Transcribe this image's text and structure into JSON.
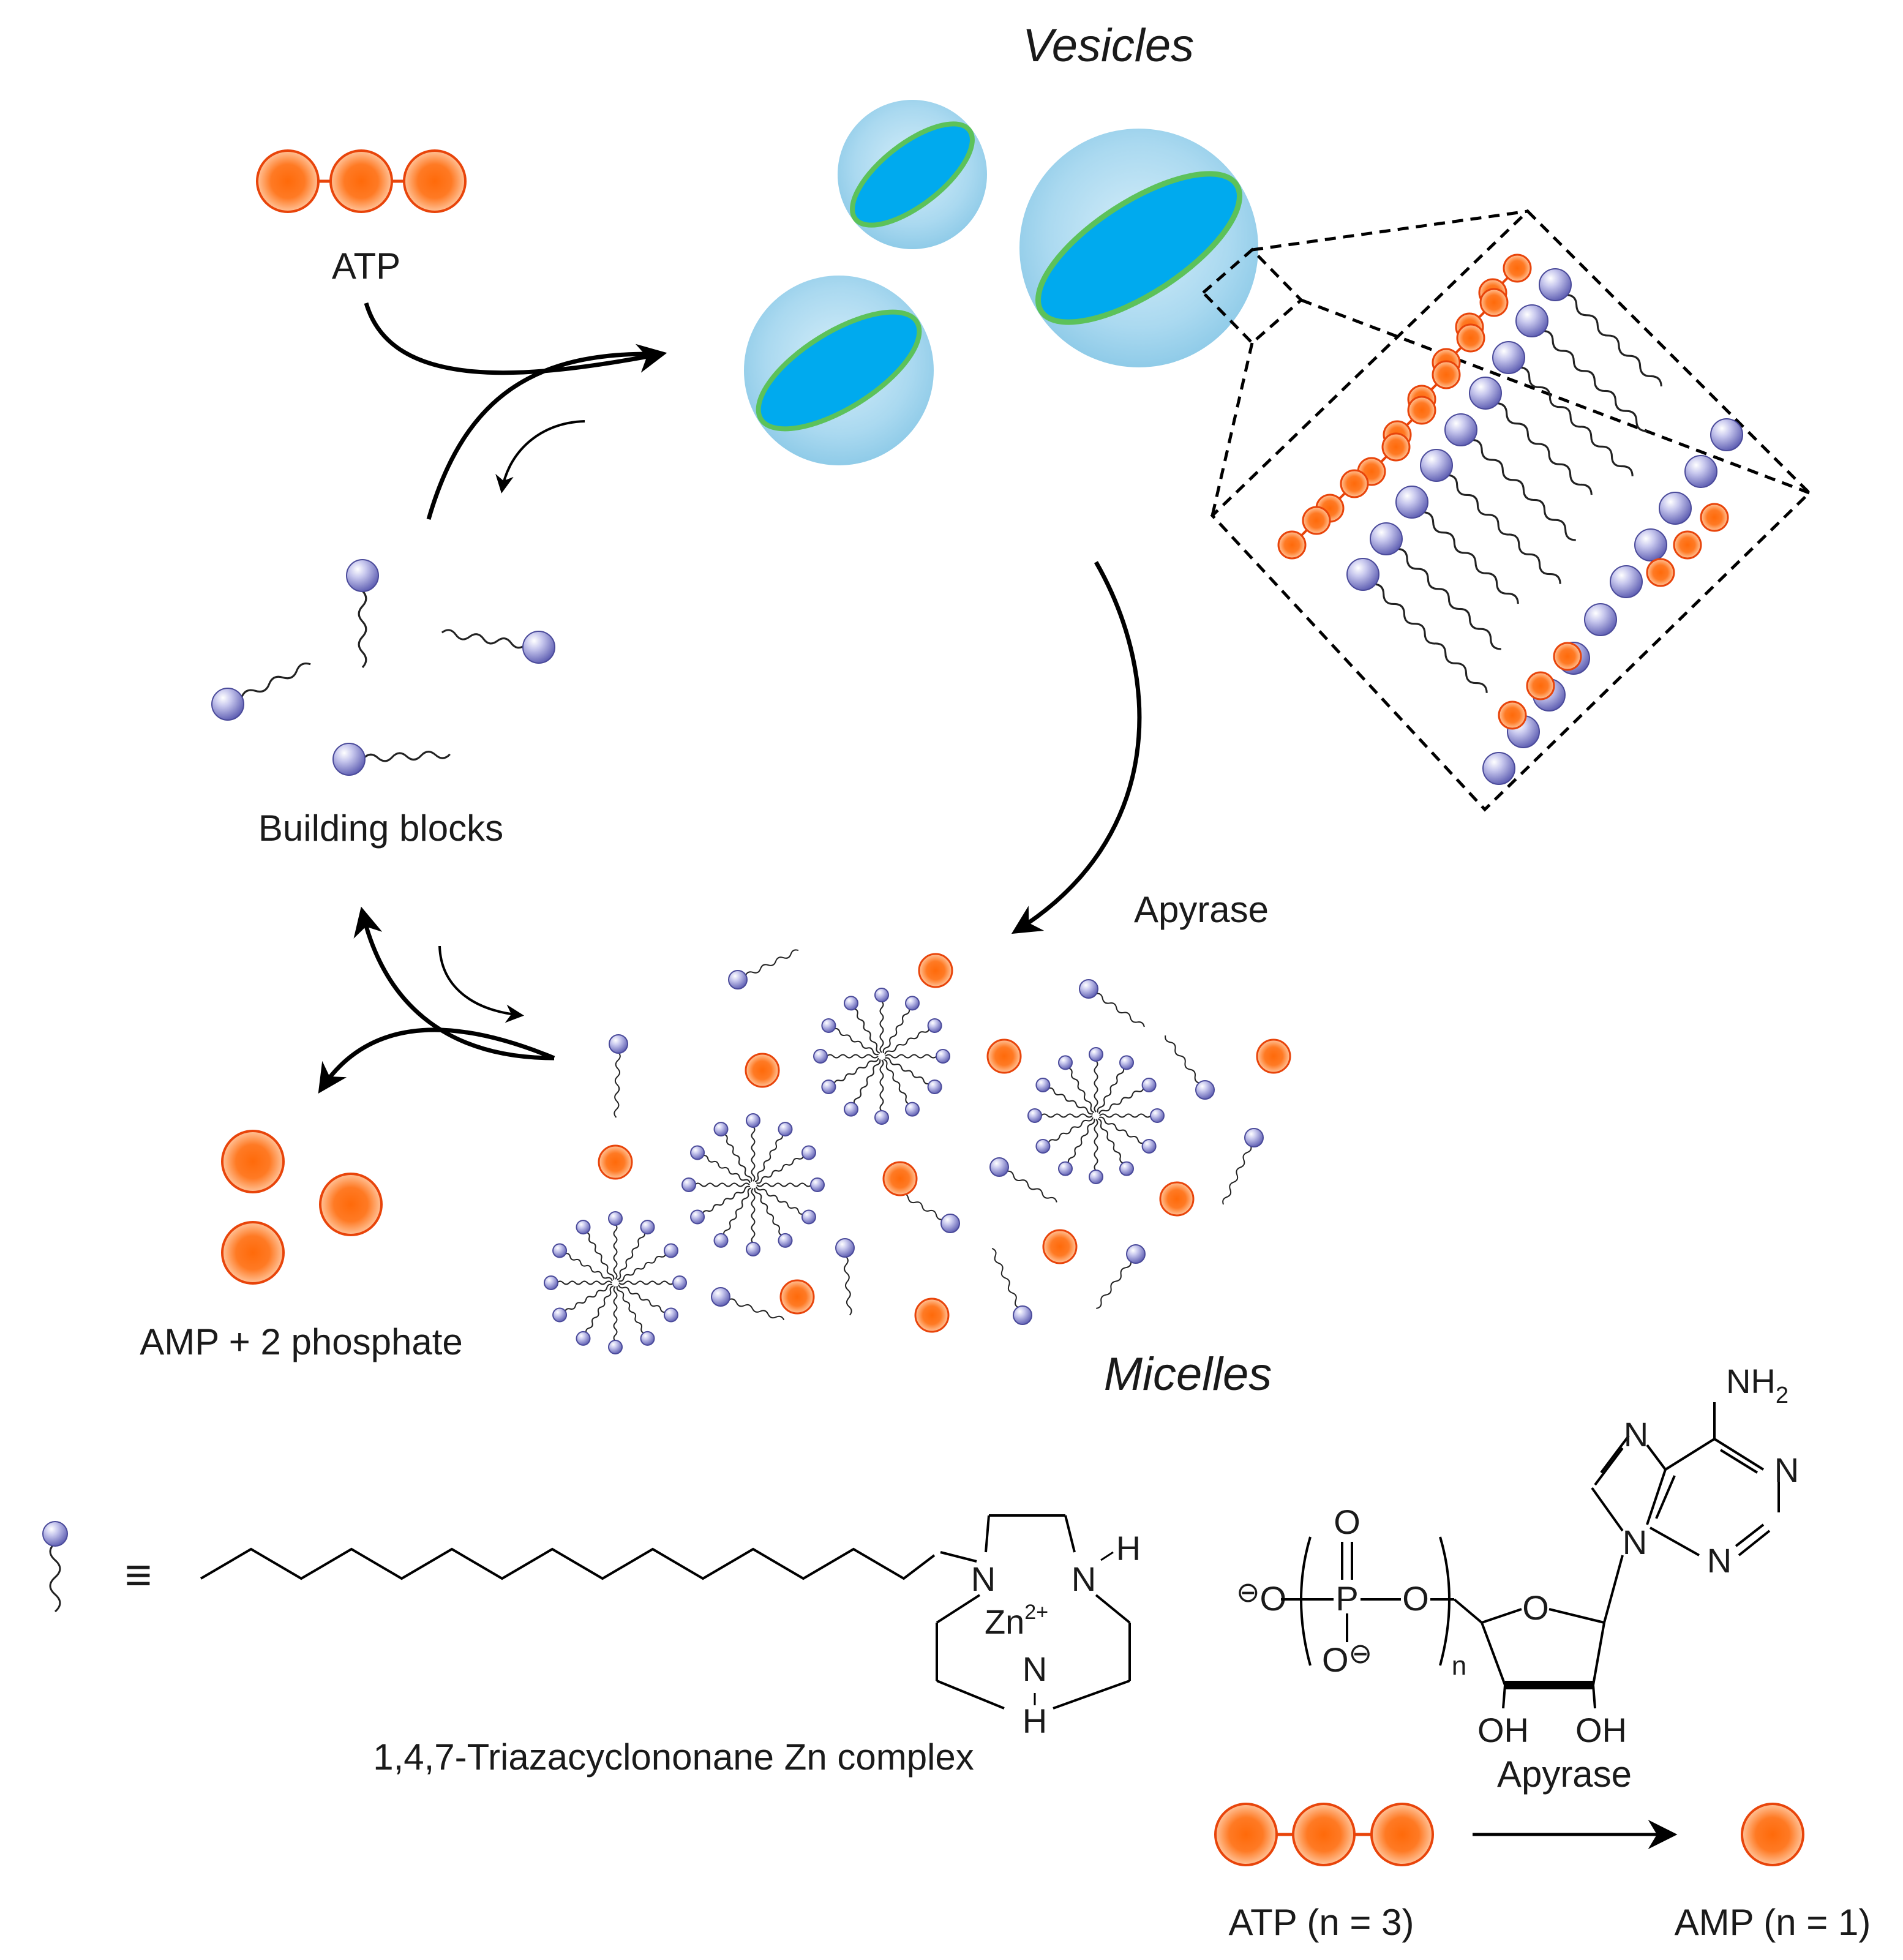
{
  "labels": {
    "vesicles": "Vesicles",
    "micelles": "Micelles",
    "atp": "ATP",
    "building_blocks": "Building blocks",
    "apyrase": "Apyrase",
    "amp_phosphate": "AMP + 2 phosphate",
    "equiv": "≡",
    "complex_name": "1,4,7-Triazacyclononane Zn complex",
    "apyrase_reaction": "Apyrase",
    "atp_n3": "ATP (n = 3)",
    "amp_n1": "AMP (n = 1)"
  },
  "chem": {
    "zn": "Zn",
    "zn_charge": "2+",
    "n": "N",
    "h": "H",
    "nh": "NH",
    "sub2": "2",
    "o": "O",
    "p": "P",
    "oh": "OH",
    "minus": "⊖",
    "sub_n": "n"
  },
  "colors": {
    "phosphate_orange": "#ff6a13",
    "phosphate_edge": "#e8440a",
    "headgroup_blue": "#7c7cc4",
    "vesicle_cyan": "#00aaee",
    "vesicle_shell": "#a8d8ee",
    "membrane_green": "#5cc25a"
  }
}
